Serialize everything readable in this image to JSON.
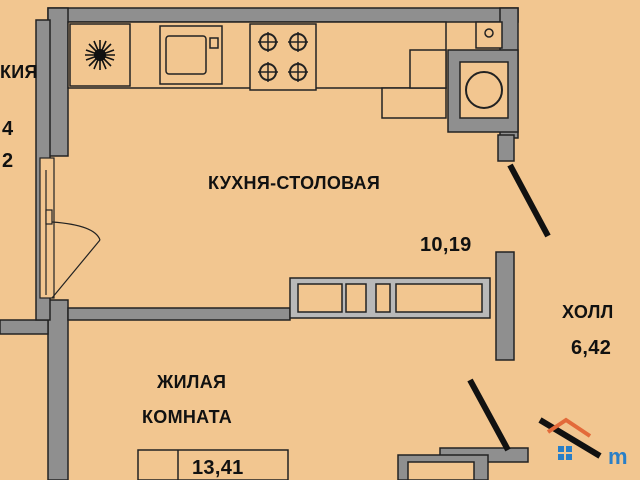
{
  "colors": {
    "floor": "#f2c690",
    "wall": "#8f8f8f",
    "wall_outline": "#222222",
    "fixture": "#f2c690",
    "accent": "#2a7fc7"
  },
  "rooms": {
    "balcony": {
      "name": "КИЯ",
      "area_top": "4",
      "area_bottom": "2"
    },
    "kitchen": {
      "name": "КУХНЯ-СТОЛОВАЯ",
      "area": "10,19"
    },
    "hall": {
      "name": "ХОЛЛ",
      "area": "6,42"
    },
    "living": {
      "name_line1": "ЖИЛАЯ",
      "name_line2": "КОМНАТА",
      "area": "13,41"
    }
  },
  "icons": [
    "sink-icon",
    "stove-icon",
    "oven-icon",
    "washer-icon",
    "boiler-icon",
    "door-swing-icon",
    "house-logo-icon"
  ],
  "watermark": {
    "text": "m"
  }
}
